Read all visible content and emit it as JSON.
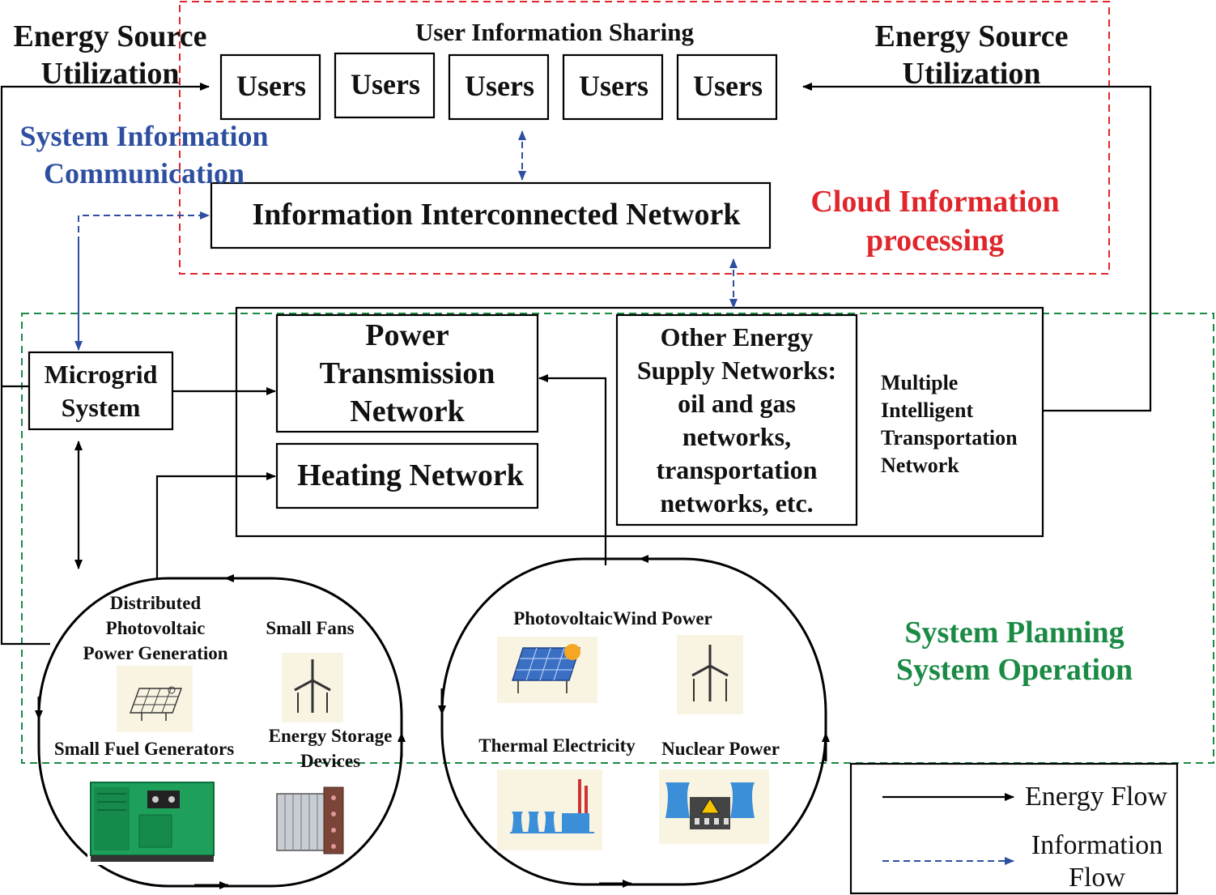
{
  "top_left_label": [
    "Energy Source",
    "Utilization"
  ],
  "top_right_label": [
    "Energy Source",
    "Utilization"
  ],
  "user_sharing_label": "User Information Sharing",
  "users": [
    "Users",
    "Users",
    "Users",
    "Users",
    "Users"
  ],
  "system_info_label": [
    "System Information",
    "Communication"
  ],
  "info_network_label": "Information Interconnected Network",
  "cloud_label": [
    "Cloud Information",
    "processing"
  ],
  "microgrid_label": [
    "Microgrid",
    "System"
  ],
  "power_transmission_label": [
    "Power",
    "Transmission",
    "Network"
  ],
  "heating_network_label": "Heating Network",
  "other_energy_label": [
    "Other Energy",
    "Supply Networks:",
    "oil and gas",
    "networks,",
    "transportation",
    "networks, etc."
  ],
  "multiple_label": [
    "Multiple",
    "Intelligent",
    "Transportation",
    "Network"
  ],
  "left_cluster": {
    "distributed_pv": [
      "Distributed",
      "Photovoltaic",
      "Power Generation"
    ],
    "small_fans": "Small Fans",
    "small_fuel": "Small Fuel Generators",
    "storage": [
      "Energy Storage",
      "Devices"
    ]
  },
  "right_cluster": {
    "pv_wind": "PhotovoltaicWind Power",
    "thermal": "Thermal Electricity",
    "nuclear": "Nuclear Power"
  },
  "planning_label": [
    "System Planning",
    "System Operation"
  ],
  "legend": {
    "energy_flow": "Energy Flow",
    "information_flow": [
      "Information",
      "Flow"
    ]
  },
  "colors": {
    "energy": "#000000",
    "information": "#2e4fa0",
    "cloud_border": "#e0262b",
    "planning_border": "#1a8a44"
  },
  "icons": [
    "solar-panel-icon",
    "wind-turbine-icon",
    "fuel-generator-icon",
    "battery-storage-icon",
    "thermal-plant-icon",
    "nuclear-plant-icon"
  ]
}
